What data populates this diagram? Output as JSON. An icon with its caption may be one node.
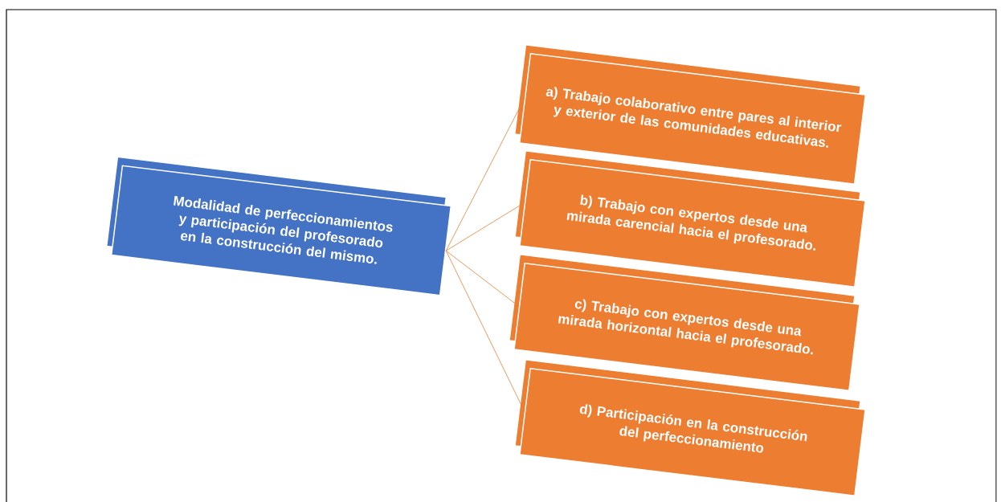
{
  "diagram": {
    "nodes": [
      {
        "text": [
          "Modalidad de perfeccionamientos y participación del profesorado en la construcción del mismo."
        ]
      },
      {
        "text": [
          "a) Trabajo colaborativo entre pares al interior y exterior de las comunidades educativas."
        ]
      },
      {
        "text": [
          "b) Trabajo con expertos desde una mirada carencial hacia el profesorado."
        ]
      },
      {
        "text": [
          "c) Trabajo con expertos desde una mirada horizontal hacia el profesorado."
        ]
      },
      {
        "text": [
          "d) Participación en la construcción del perfeccionamiento"
        ]
      }
    ],
    "edges": [
      {
        "from": 0,
        "to": 1,
        "arrow": "none",
        "color": "#ed7d31"
      },
      {
        "from": 0,
        "to": 2,
        "arrow": "none",
        "color": "#ed7d31"
      },
      {
        "from": 0,
        "to": 3,
        "arrow": "none",
        "color": "#ed7d31"
      },
      {
        "from": 0,
        "to": 4,
        "arrow": "none",
        "color": "#ed7d31"
      }
    ]
  }
}
